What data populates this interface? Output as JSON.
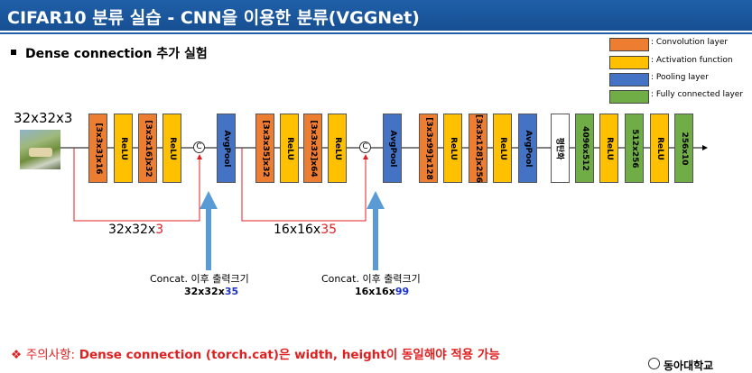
{
  "title": "CIFAR10 분류 실습 - CNN을 이용한 분류(VGGNet)",
  "subtitle": "Dense connection 추가 실험",
  "legend": [
    {
      "label": ": Convolution layer",
      "color": "#ed7d31"
    },
    {
      "label": ": Activation function",
      "color": "#ffc000"
    },
    {
      "label": ": Pooling layer",
      "color": "#4472c4"
    },
    {
      "label": ": Fully connected layer",
      "color": "#70ad47"
    }
  ],
  "input_label": "32x32x3",
  "blocks": {
    "b1": "[3x3x3]x16",
    "b2": "ReLU",
    "b3": "[3x3x16]x32",
    "b4": "ReLU",
    "b5": "AvgPool",
    "b6_pre": "[3x3x",
    "b6_hl": "35",
    "b6_post": "]x32",
    "b7": "ReLU",
    "b8": "[3x3x32]x64",
    "b9": "ReLU",
    "b10": "AvgPool",
    "b11_pre": "[3x3x",
    "b11_hl": "99",
    "b11_post": "]x128",
    "b12": "ReLU",
    "b13": "[3x3x128]x256",
    "b14": "ReLU",
    "b15": "AvgPool",
    "b16": "평탄화",
    "b17": "4096x512",
    "b18": "ReLU",
    "b19": "512x256",
    "b20": "ReLU",
    "b21": "256x10"
  },
  "concat_symbol": "C",
  "skip1": {
    "prefix": "32x32x",
    "hl": "3"
  },
  "skip2": {
    "prefix": "16x16x",
    "hl": "35"
  },
  "note1": {
    "line1": "Concat. 이후 출력크기",
    "prefix": "32x32x",
    "hl": "35"
  },
  "note2": {
    "line1": "Concat. 이후 출력크기",
    "prefix": "16x16x",
    "hl": "99"
  },
  "caution": {
    "mark": "❖",
    "lead": "주의사항:",
    "text": " Dense connection (torch.cat)은 width, height이 동일해야 적용 가능"
  },
  "footer": "동아대학교"
}
